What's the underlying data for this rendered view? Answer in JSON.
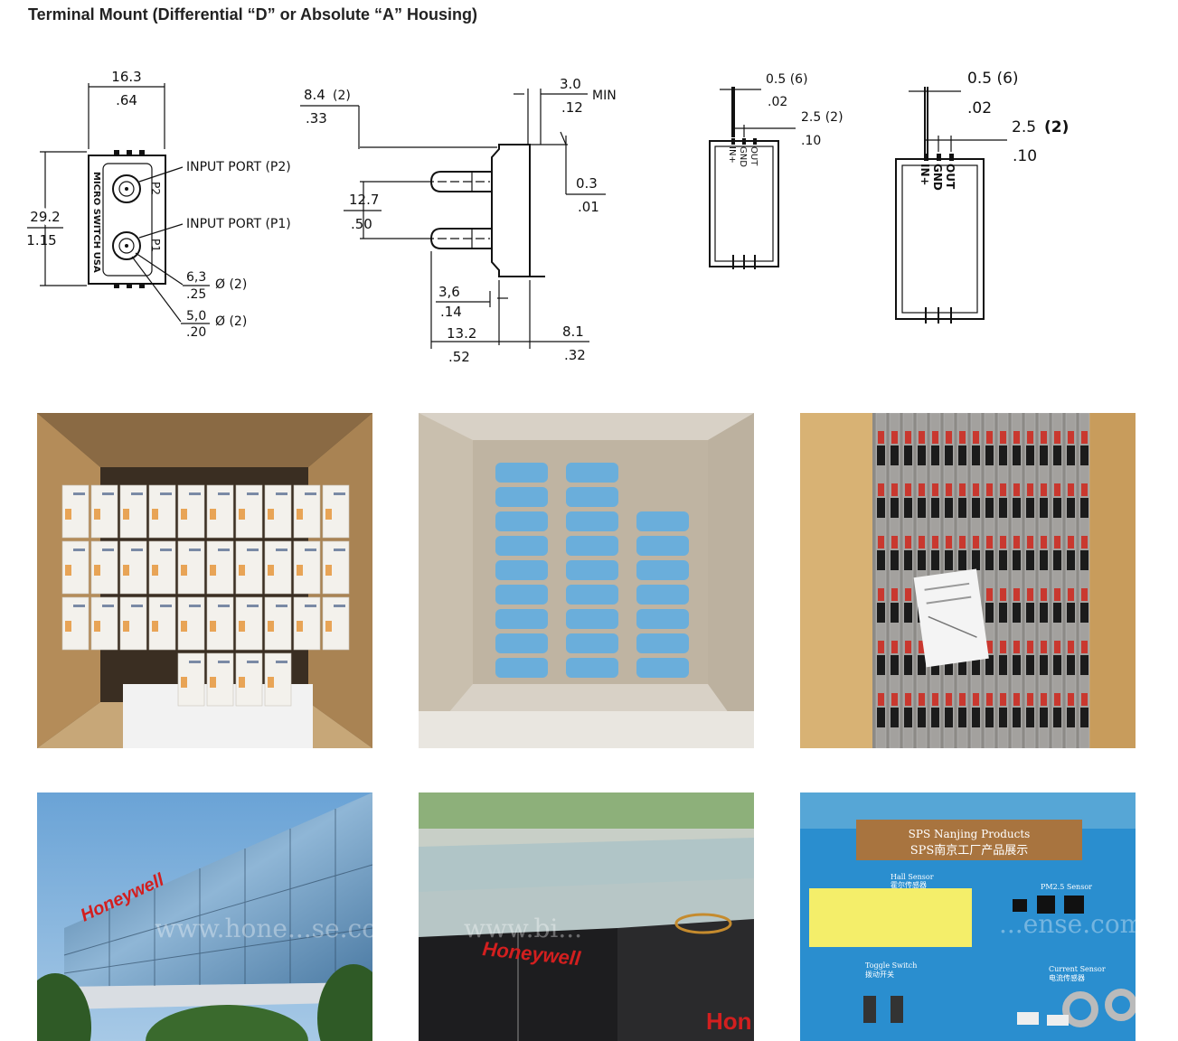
{
  "heading": "Terminal Mount (Differential “D” or Absolute “A” Housing)",
  "front_view": {
    "width_mm": "16.3",
    "width_in": ".64",
    "height_mm": "29.2",
    "height_in": "1.15",
    "port_p2": "INPUT PORT (P2)",
    "port_p1": "INPUT PORT (P1)",
    "hole1_mm": "6,3",
    "hole1_in": ".25",
    "hole1_note": "Ø (2)",
    "hole2_mm": "5,0",
    "hole2_in": ".20",
    "hole2_note": "Ø (2)",
    "brand_text": "MICRO SWITCH USA",
    "p2_label": "P2",
    "p1_label": "P1"
  },
  "side_view": {
    "port_len_mm": "8.4",
    "port_len_note": "(2)",
    "port_len_in": ".33",
    "min_mm": "3.0",
    "min_label": "MIN",
    "min_in": ".12",
    "spacing_mm": "12.7",
    "spacing_in": ".50",
    "thick_mm": "0.3",
    "thick_in": ".01",
    "port_dia_mm": "3,6",
    "port_dia_in": ".14",
    "total_mm": "13.2",
    "total_in": ".52",
    "body_mm": "8.1",
    "body_in": ".32"
  },
  "pin_view_small": {
    "pin_mm": "0.5 (6)",
    "pin_in": ".02",
    "pitch_mm": "2.5 (2)",
    "pitch_in": ".10",
    "pins": [
      "IN+",
      "GND",
      "OUT"
    ]
  },
  "pin_view_large": {
    "pin_mm": "0.5 (6)",
    "pin_in": ".02",
    "pitch_mm": "2.5",
    "pitch_note": "(2)",
    "pitch_in": ".10",
    "pins": [
      "IN+",
      "GND",
      "OUT"
    ]
  },
  "photos": {
    "warehouse_boxes": "",
    "blue_sensors": "",
    "tray_sensors": "",
    "building_sign": "Honeywell",
    "showroom_sign": "Honeywell",
    "showroom_sign_partial": "Hon",
    "watermark_building": "www.hone...se.com",
    "watermark_showroom": "www.bi...",
    "watermark_display": "...ense.com",
    "display_board_title_en": "SPS Nanjing Products",
    "display_board_title_cn": "SPS南京工厂产品展示",
    "display_hall": "Hall Sensor",
    "display_hall_cn": "霍尔传感器",
    "display_toggle": "Toggle Switch",
    "display_toggle_cn": "拨动开关",
    "display_pm": "PM2.5 Sensor",
    "display_current": "Current Sensor",
    "display_current_cn": "电流传感器"
  },
  "colors": {
    "cardboard": "#c9a46b",
    "blue_part": "#6aaedb",
    "sky": "#6ba6d8",
    "glass_blue": "#2a85c9",
    "honeywell_red": "#d21f1f"
  }
}
